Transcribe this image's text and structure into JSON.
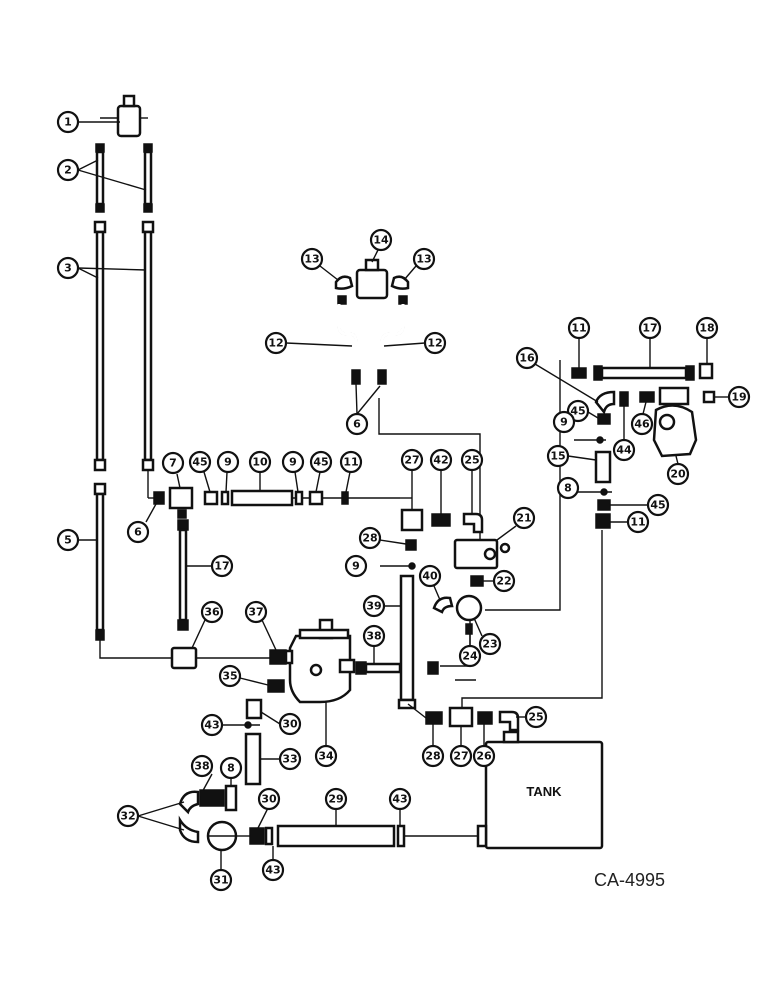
{
  "diagram": {
    "drawing_code": "CA-4995",
    "tank_label": "TANK",
    "callouts": [
      "1",
      "2",
      "3",
      "5",
      "6",
      "7",
      "45",
      "9",
      "10",
      "9",
      "45",
      "11",
      "17",
      "36",
      "37",
      "14",
      "13",
      "13",
      "12",
      "12",
      "6",
      "27",
      "42",
      "25",
      "28",
      "9",
      "21",
      "22",
      "40",
      "23",
      "24",
      "39",
      "38",
      "35",
      "30",
      "43",
      "33",
      "8",
      "34",
      "28",
      "27",
      "26",
      "25",
      "38",
      "32",
      "31",
      "30",
      "29",
      "43",
      "43",
      "11",
      "17",
      "18",
      "19",
      "16",
      "45",
      "44",
      "46",
      "20",
      "9",
      "15",
      "8",
      "45",
      "11"
    ]
  }
}
